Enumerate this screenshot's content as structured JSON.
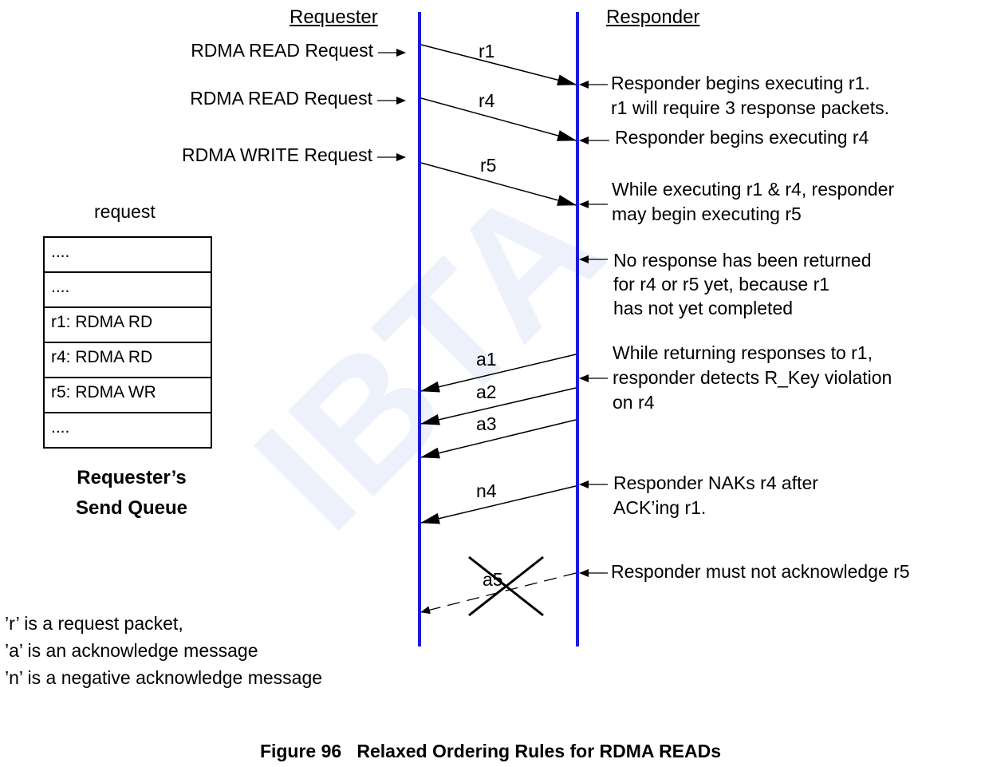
{
  "headers": {
    "requester": "Requester",
    "responder": "Responder"
  },
  "requests": [
    {
      "label": "RDMA READ Request",
      "packet": "r1"
    },
    {
      "label": "RDMA READ Request",
      "packet": "r4"
    },
    {
      "label": "RDMA WRITE Request",
      "packet": "r5"
    }
  ],
  "acks": [
    "a1",
    "a2",
    "a3",
    "n4",
    "a5"
  ],
  "annotations": [
    [
      "Responder begins executing r1.",
      "r1 will require 3 response packets."
    ],
    [
      "Responder begins executing r4"
    ],
    [
      "While executing r1 & r4, responder",
      "may begin executing r5"
    ],
    [
      "No response has been returned",
      "for r4 or r5 yet, because r1",
      "has not yet completed"
    ],
    [
      "While returning responses to r1,",
      "responder detects R_Key violation",
      "on r4"
    ],
    [
      "Responder NAKs r4 after",
      "ACK’ing r1."
    ],
    [
      "Responder must not acknowledge r5"
    ]
  ],
  "queue": {
    "heading": "request",
    "entries": [
      "....",
      "....",
      "r1: RDMA RD",
      "r4: RDMA RD",
      "r5: RDMA WR",
      "...."
    ],
    "title": [
      "Requester’s",
      "Send Queue"
    ]
  },
  "legend": [
    "’r’ is a request packet,",
    "’a’ is an acknowledge message",
    "’n’ is a negative acknowledge message"
  ],
  "watermark": "IBTA",
  "caption": "Figure 96   Relaxed Ordering Rules for RDMA READs"
}
